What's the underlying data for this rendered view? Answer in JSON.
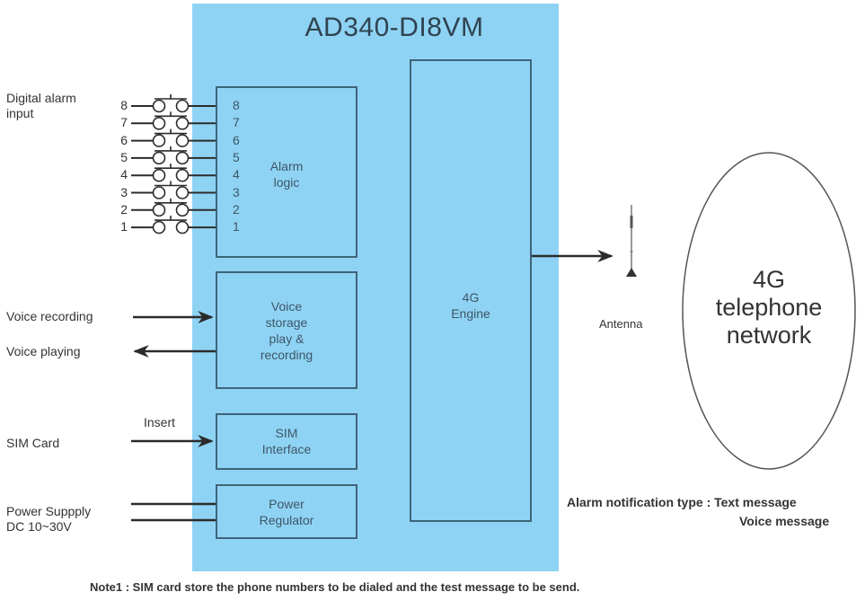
{
  "device": {
    "model": "AD340-DI8VM",
    "fill_color": "#8fd3f4",
    "blocks": {
      "alarm_logic": [
        "Alarm",
        "logic"
      ],
      "voice_storage": [
        "Voice",
        "storage",
        "play &",
        "recording"
      ],
      "sim_interface": [
        "SIM",
        "Interface"
      ],
      "power_regulator": [
        "Power",
        "Regulator"
      ],
      "engine": [
        "4G",
        "Engine"
      ]
    },
    "alarm_pins": [
      "8",
      "7",
      "6",
      "5",
      "4",
      "3",
      "2",
      "1"
    ]
  },
  "external": {
    "digital_alarm_input": [
      "Digital alarm",
      "input"
    ],
    "voice_recording": "Voice recording",
    "voice_playing": "Voice playing",
    "insert": "Insert",
    "sim_card": "SIM Card",
    "power_supply": [
      "Power Suppply",
      "DC 10~30V"
    ],
    "antenna": "Antenna",
    "network": [
      "4G",
      "telephone",
      "network"
    ]
  },
  "notification": {
    "label": "Alarm notification type :",
    "types": [
      "Text message",
      "Voice message"
    ]
  },
  "note": "Note1 : SIM card store the phone numbers to be dialed and the test message to be send."
}
